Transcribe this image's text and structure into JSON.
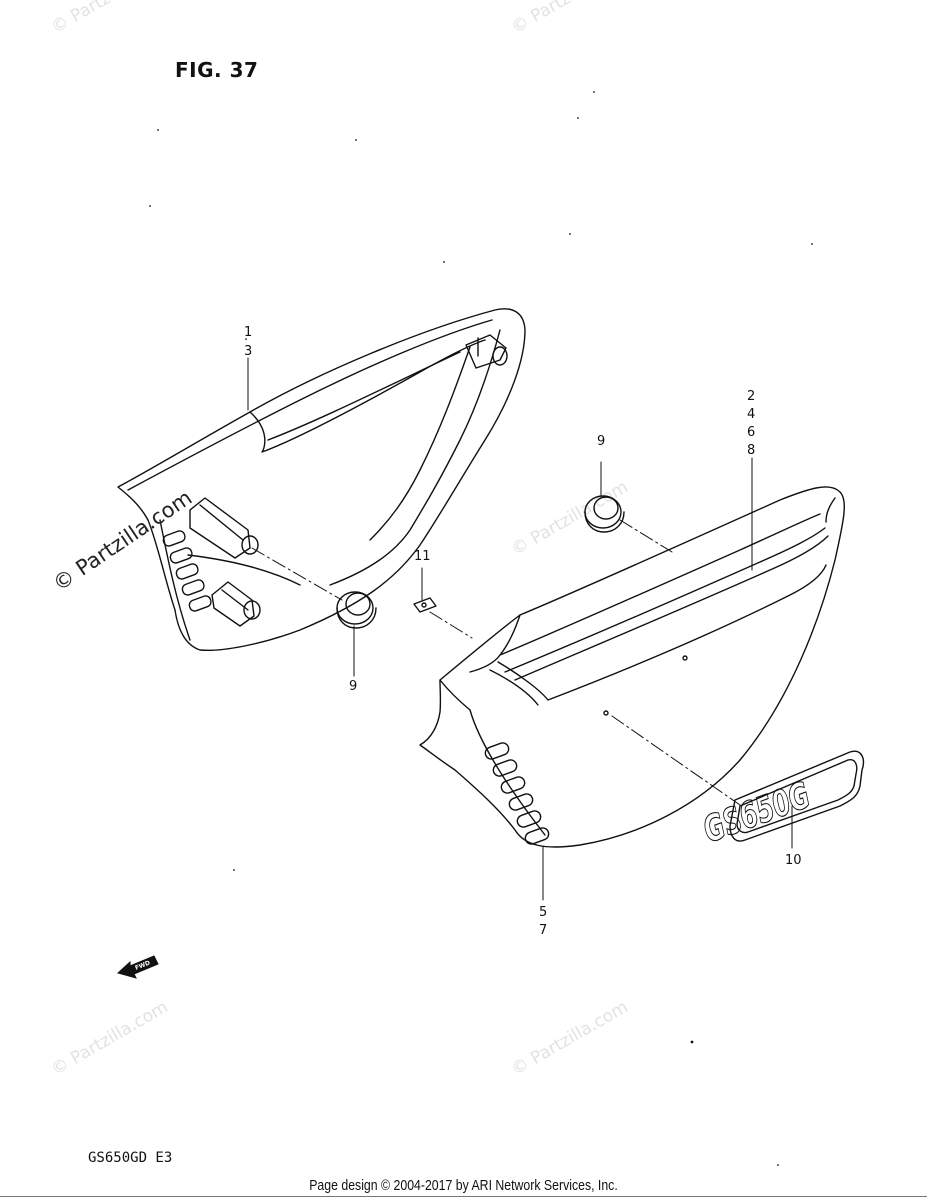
{
  "figure": {
    "title": "FIG. 37",
    "model_code": "GS650GD E3",
    "footer": "Page design © 2004-2017 by ARI Network Services, Inc."
  },
  "watermarks": {
    "main": "© Partzilla.com",
    "faint": "© Partzilla.com"
  },
  "callouts": {
    "c1": "1",
    "c3": "3",
    "c2": "2",
    "c4": "4",
    "c6": "6",
    "c8": "8",
    "c9a": "9",
    "c9b": "9",
    "c11": "11",
    "c5": "5",
    "c7": "7",
    "c10": "10"
  },
  "emblem": {
    "text": "GS650G"
  },
  "fwd": {
    "label": "FWD"
  },
  "colors": {
    "ink": "#111111",
    "watermark": "#e2e2e2"
  }
}
